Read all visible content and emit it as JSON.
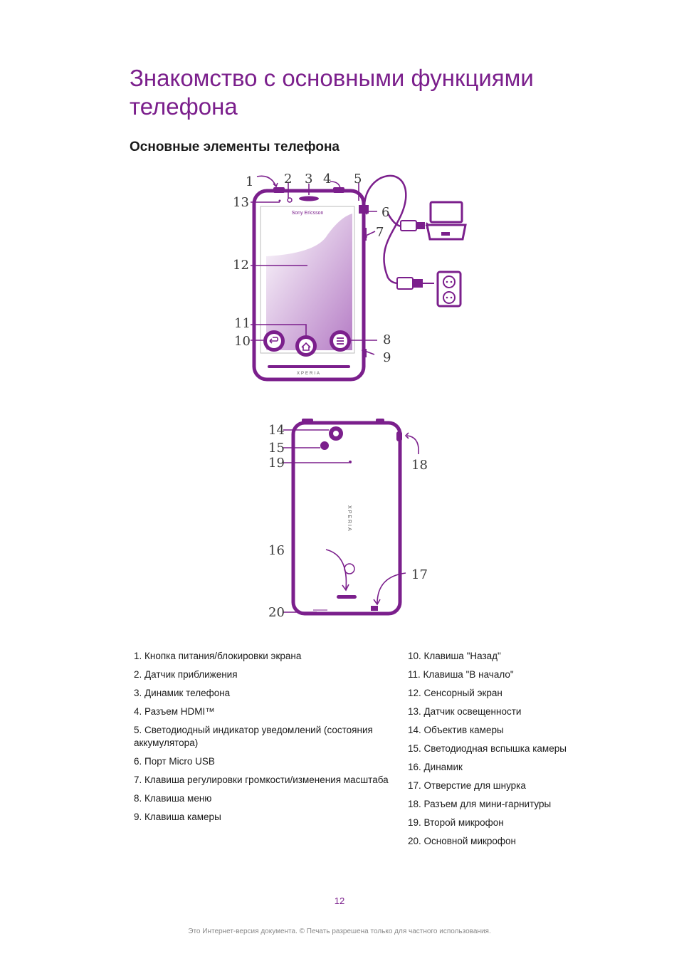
{
  "page": {
    "title": "Знакомство с основными функциями телефона",
    "subtitle": "Основные элементы телефона",
    "page_number": "12",
    "footer": "Это Интернет-версия документа. © Печать разрешена только для частного использования."
  },
  "figure": {
    "brand": "Sony Ericsson",
    "model_front": "XPERIA",
    "model_back": "XPERIA",
    "callouts": [
      "1",
      "2",
      "3",
      "4",
      "5",
      "6",
      "7",
      "8",
      "9",
      "10",
      "11",
      "12",
      "13",
      "14",
      "15",
      "16",
      "17",
      "18",
      "19",
      "20"
    ],
    "colors": {
      "accent": "#7b1f8c",
      "screen_light": "#ffffff",
      "screen_dark": "#b57cc5"
    }
  },
  "legend": {
    "left": [
      "1. Кнопка питания/блокировки экрана",
      "2. Датчик приближения",
      "3. Динамик телефона",
      "4. Разъем HDMI™",
      "5. Светодиодный индикатор уведомлений (состояния аккумулятора)",
      "6. Порт Micro USB",
      "7. Клавиша регулировки громкости/изменения масштаба",
      "8. Клавиша меню",
      "9. Клавиша камеры"
    ],
    "right": [
      "10. Клавиша \"Назад\"",
      "11. Клавиша \"В начало\"",
      "12. Сенсорный экран",
      "13. Датчик освещенности",
      "14. Объектив камеры",
      "15. Светодиодная вспышка камеры",
      "16. Динамик",
      "17. Отверстие для шнурка",
      "18. Разъем для мини-гарнитуры",
      "19. Второй микрофон",
      "20. Основной микрофон"
    ]
  }
}
